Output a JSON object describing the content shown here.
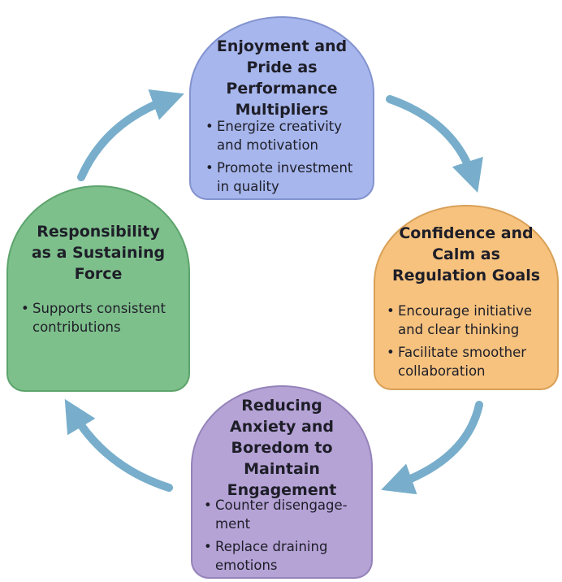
{
  "diagram": {
    "colors": {
      "arrow": "#78aecb",
      "top": "#a7b6ec",
      "right": "#f6c27e",
      "bottom": "#b5a3d6",
      "left": "#7ec08c"
    },
    "nodes": {
      "top": {
        "title": "Enjoyment and\nPride as Performance\nMultipliers",
        "bullets": [
          "Energize creativity\nand motivation",
          "Promote investment\nin quality"
        ]
      },
      "right": {
        "title": "Confidence and\nCalm as\nRegulation Goals",
        "bullets": [
          "Encourage initiative\nand clear thinking",
          "Facilitate smoother\ncollaboration"
        ]
      },
      "bottom": {
        "title": "Reducing\nAnxiety and\nBoredom to Maintain\nEngagement",
        "bullets": [
          "Counter disengage-\nment",
          "Replace draining\nemotions"
        ]
      },
      "left": {
        "title": "Responsibility\nas a Sustaining\nForce",
        "bullets": [
          "Supports consistent\ncontributions"
        ]
      }
    },
    "bullet_glyph": "•"
  }
}
